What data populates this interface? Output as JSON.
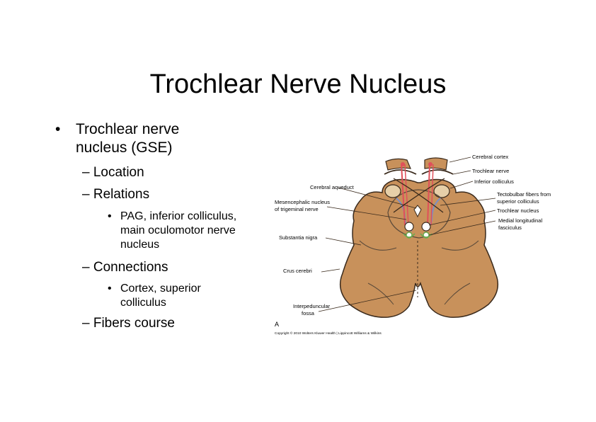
{
  "slide": {
    "title": "Trochlear Nerve Nucleus",
    "bullet_l1": "Trochlear nerve nucleus (GSE)",
    "sub_location": "Location",
    "sub_relations": "Relations",
    "relations_detail": "PAG, inferior colliculus, main oculomotor nerve nucleus",
    "sub_connections": "Connections",
    "connections_detail": "Cortex, superior colliculus",
    "sub_fibers": "Fibers course"
  },
  "markers": {
    "bullet": "•",
    "dash": "–"
  },
  "diagram": {
    "labels": {
      "cerebral_cortex": "Cerebral cortex",
      "trochlear_nerve": "Trochlear nerve",
      "inferior_colliculus": "Inferior colliculus",
      "tectobulbar_1": "Tectobulbar fibers from",
      "tectobulbar_2": "superior colliculus",
      "trochlear_nucleus": "Trochlear nucleus",
      "mlf_1": "Medial longitudinal",
      "mlf_2": "fasciculus",
      "cerebral_aqueduct": "Cerebral aqueduct",
      "mesencephalic_1": "Mesencephalic nucleus",
      "mesencephalic_2": "of trigeminal nerve",
      "substantia_nigra": "Substantia nigra",
      "crus_cerebri": "Crus cerebri",
      "interpeduncular_1": "Interpeduncular",
      "interpeduncular_2": "fossa",
      "panel": "A",
      "copyright": "Copyright © 2010 Wolters Kluwer Health | Lippincott Williams & Wilkins"
    },
    "colors": {
      "tissue": "#c8915b",
      "outline": "#3a2a1c",
      "fiber_red": "#e0505a",
      "fiber_blue": "#7a8fc8",
      "nucleus_green": "#6aa84f"
    }
  }
}
